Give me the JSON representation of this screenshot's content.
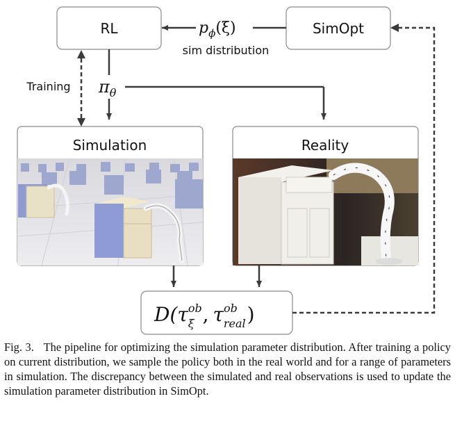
{
  "nodes": {
    "rl": "RL",
    "simopt": "SimOpt",
    "simulation": "Simulation",
    "reality": "Reality"
  },
  "edge_labels": {
    "p_phi_base": "p",
    "p_phi_sub": "ϕ",
    "p_phi_arg": "(ξ)",
    "sim_distribution": "sim distribution",
    "training": "Training",
    "pi_base": "π",
    "pi_sub": "θ"
  },
  "discrepancy": {
    "D": "D(",
    "tau1": "τ",
    "tau1_sup": "ob",
    "tau1_sub": "ξ",
    "comma": ",",
    "tau2": "τ",
    "tau2_sup": "ob",
    "tau2_sub": "real",
    "close": ")"
  },
  "caption": {
    "figno": "Fig. 3.",
    "text": "The pipeline for optimizing the simulation parameter distribution. After training a policy on current distribution, we sample the policy both in the real world and for a range of parameters in simulation. The discrepancy between the simulated and real observations is used to update the simulation parameter distribution in SimOpt."
  }
}
